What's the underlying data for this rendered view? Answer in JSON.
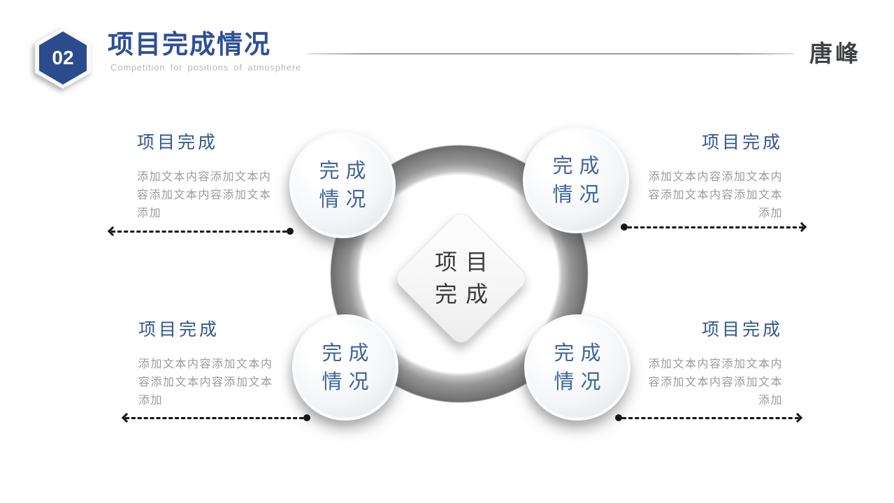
{
  "header": {
    "number": "02",
    "title": "项目完成情况",
    "subtitle": "Competition for  positions of atmosphere",
    "author": "唐峰"
  },
  "diagram": {
    "center": {
      "line1": "项目",
      "line2": "完成"
    },
    "nodes": [
      {
        "line1": "完成",
        "line2": "情况"
      },
      {
        "line1": "完成",
        "line2": "情况"
      },
      {
        "line1": "完成",
        "line2": "情况"
      },
      {
        "line1": "完成",
        "line2": "情况"
      }
    ]
  },
  "blocks": {
    "top_left": {
      "heading": "项目完成",
      "body_lines": [
        "添加文本内容添加文本内",
        "容添加文本内容添加文本",
        "添加"
      ]
    },
    "top_right": {
      "heading": "项目完成",
      "body_lines": [
        "添加文本内容添加文本内",
        "容添加文本内容添加文本",
        "添加"
      ]
    },
    "bottom_left": {
      "heading": "项目完成",
      "body_lines": [
        "添加文本内容添加文本内",
        "容添加文本内容添加文本",
        "添加"
      ]
    },
    "bottom_right": {
      "heading": "项目完成",
      "body_lines": [
        "添加文本内容添加文本内",
        "容添加文本内容添加文本",
        "添加"
      ]
    }
  },
  "colors": {
    "accent_blue": "#2e4f96",
    "badge_blue": "#2c4b8d",
    "node_text_blue": "#41639a",
    "heading_blue": "#33568e",
    "body_gray": "#9b9b9b",
    "subtitle_gray": "#b6babe",
    "ring_gray": "#8a8a8a",
    "arrow_black": "#151515",
    "author_gray": "#3e4144"
  }
}
